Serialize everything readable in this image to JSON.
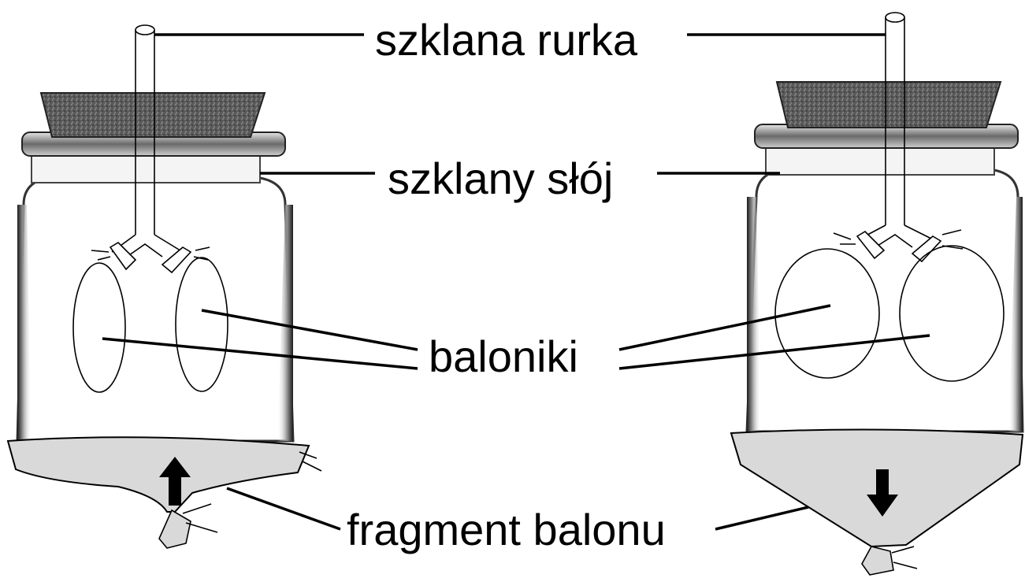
{
  "labels": {
    "tube": "szklana rurka",
    "jar": "szklany słój",
    "balloons": "baloniki",
    "membrane": "fragment balonu"
  },
  "colors": {
    "ink": "#000000",
    "membrane_fill": "#d9d9d9",
    "cork": "#555555",
    "glass_edge": "#3a3a3a"
  }
}
